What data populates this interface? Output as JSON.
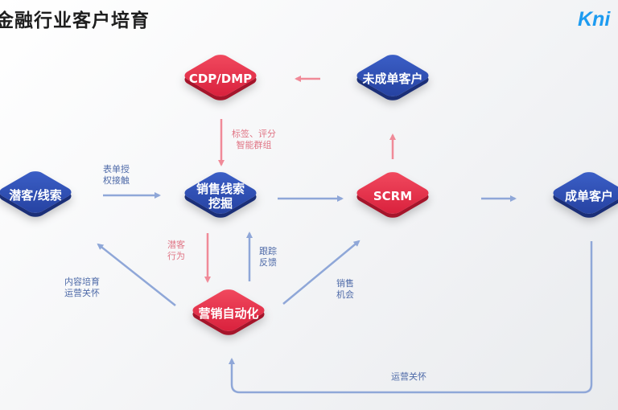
{
  "header": {
    "title": "金融行业客户培育",
    "logo_text": "Kni"
  },
  "nodes": {
    "cdp": "CDP/DMP",
    "not_deal": "未成单客户",
    "prospect": "潜客/线索",
    "sales_lead": "销售线索挖掘",
    "scrm": "SCRM",
    "deal": "成单客户",
    "automation": "营销自动化"
  },
  "edges": {
    "label_tags": "标签、评分\n智能群组",
    "form_auth": "表单授\n权接触",
    "lead_behavior": "潜客\n行为",
    "follow_feedback": "跟踪\n反馈",
    "content_care": "内容培育\n运营关怀",
    "sales_opportunity": "销售\n机会",
    "ops_care": "运营关怀"
  },
  "colors": {
    "red_node": "#e8344d",
    "blue_node": "#2f4fb5",
    "blue_arrow": "#8fa7d8",
    "pink_arrow": "#f08a98"
  }
}
